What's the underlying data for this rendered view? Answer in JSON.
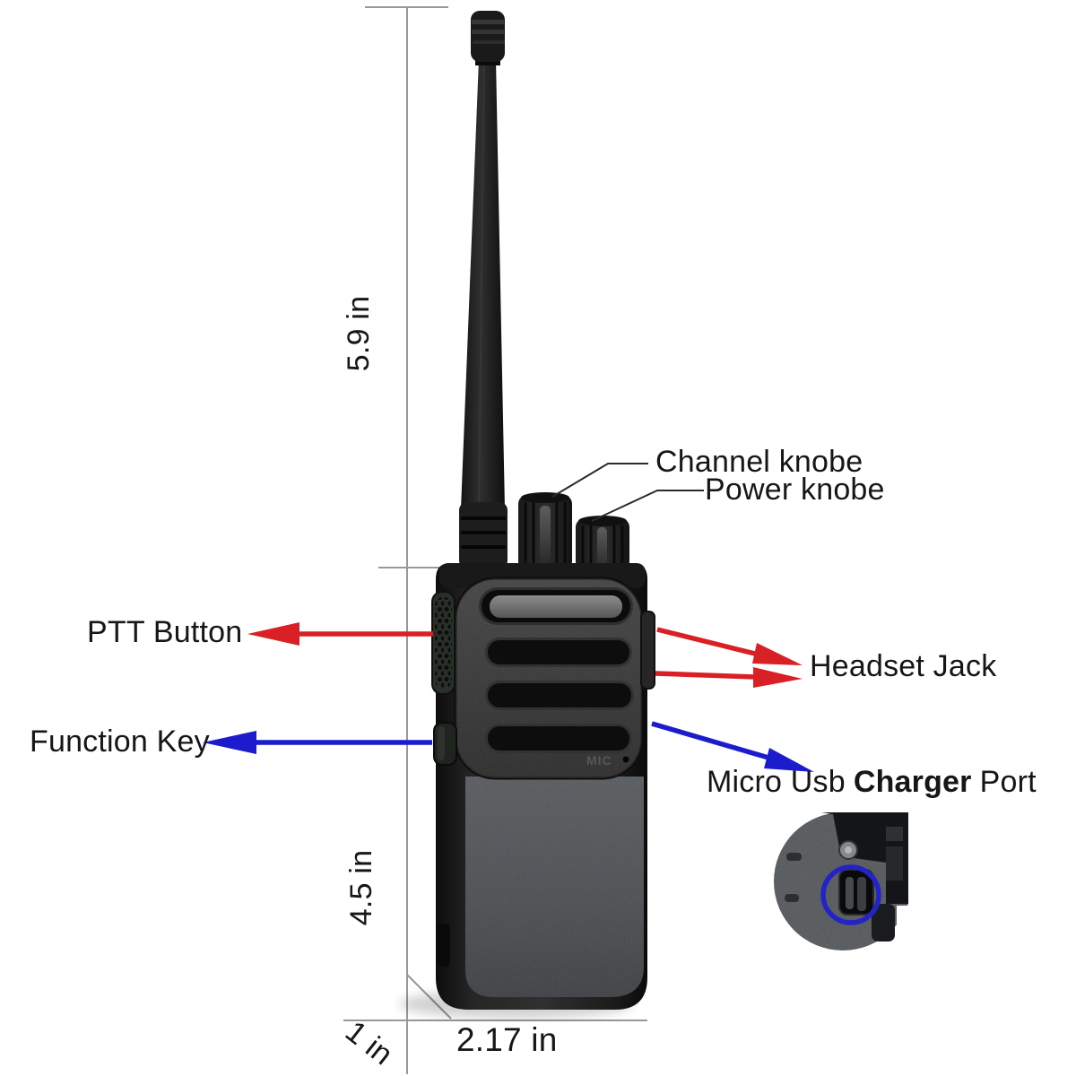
{
  "labels": {
    "channel_knob": "Channel knobe",
    "power_knob": "Power knobe",
    "ptt_button": "PTT Button",
    "headset_jack": "Headset Jack",
    "function_key": "Function Key",
    "micro_usb_prefix": "Micro Usb",
    "micro_usb_bold": "Charger",
    "micro_usb_suffix": "Port",
    "mic_marking": "MIC"
  },
  "dimensions": {
    "antenna_height": "5.9 in",
    "body_height": "4.5 in",
    "depth": "1 in",
    "width": "2.17 in"
  },
  "colors": {
    "arrow_red": "#d92025",
    "arrow_blue": "#1c1ccd",
    "dimension_line": "#95999d",
    "leader_line": "#2b2b2b",
    "highlight_circle": "#2323c8",
    "label_text": "#161616"
  }
}
